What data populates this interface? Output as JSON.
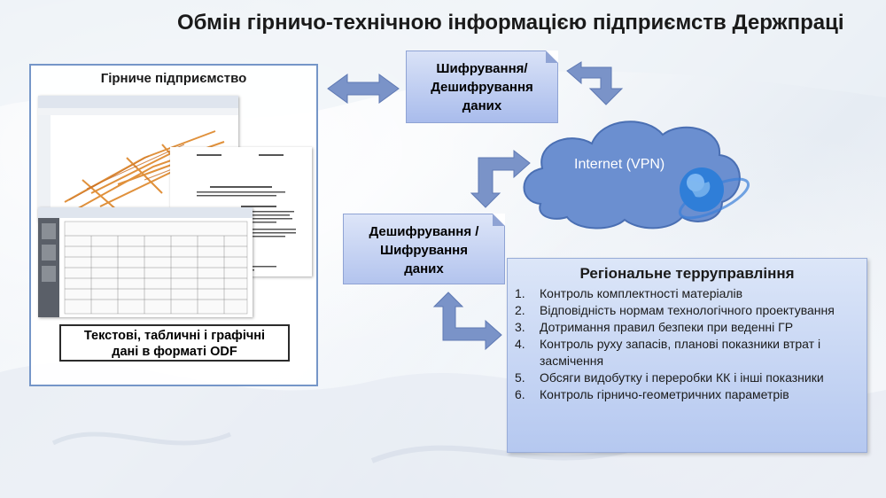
{
  "title": "Обмін гірничо-технічною інформацією підприємств Держпраці",
  "enterprise": {
    "title": "Гірниче підприємство",
    "caption_line1": "Текстові, табличні і графічні",
    "caption_line2": "дані в форматі ODF"
  },
  "encrypt_box": {
    "line1": "Шифрування/",
    "line2": "Дешифрування",
    "line3": "даних"
  },
  "decrypt_box": {
    "line1": "Дешифрування /",
    "line2": "Шифрування",
    "line3": "даних"
  },
  "internet": {
    "label": "Internet (VPN)",
    "globe_icon": "globe-icon"
  },
  "regional": {
    "title": "Регіональне терруправління",
    "items": [
      {
        "num": "1.",
        "text": "Контроль комплектності матеріалів"
      },
      {
        "num": "2.",
        "text": "Відповідність нормам технологічного проектування"
      },
      {
        "num": "3.",
        "text": "Дотримання правил безпеки при веденні ГР"
      },
      {
        "num": "4.",
        "text": "Контроль руху запасів, планові показники втрат і засмічення"
      },
      {
        "num": "5.",
        "text": "Обсяги видобутку і переробки КК і інші показники"
      },
      {
        "num": "6.",
        "text": "Контроль гірничо-геометричних параметрів"
      }
    ]
  },
  "colors": {
    "arrow": "#7a93c8",
    "cloud": "#5b7fc4",
    "box_top": "#d9e2f7",
    "box_bottom": "#a9bcec",
    "panel_border": "#7596c8"
  }
}
